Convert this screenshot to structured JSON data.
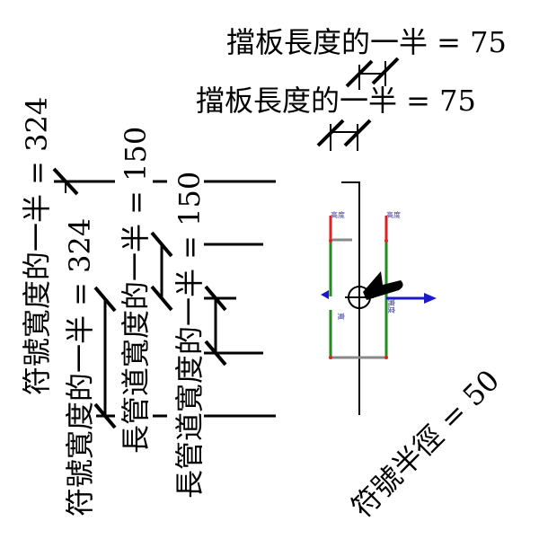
{
  "dimensions": {
    "baffle_half_length_1": "擋板長度的一半 = 75",
    "baffle_half_length_2": "擋板長度的一半 = 75",
    "symbol_half_width_1": "符號寬度的一半 = 324",
    "symbol_half_width_2": "符號寬度的一半 = 324",
    "pipe_half_width_1": "長管道寬度的一半 = 150",
    "pipe_half_width_2": "長管道寬度的一半 = 150",
    "symbol_radius": "符號半徑 = 50"
  },
  "symbol": {
    "label_height_left": "高度",
    "label_height_right": "高度",
    "label_width_left": "寬",
    "label_width_right": "寬度"
  },
  "colors": {
    "height_param": "#dd2222",
    "width_param": "#228b22",
    "reference": "#888888",
    "direction_arrow": "#1a1acc"
  }
}
